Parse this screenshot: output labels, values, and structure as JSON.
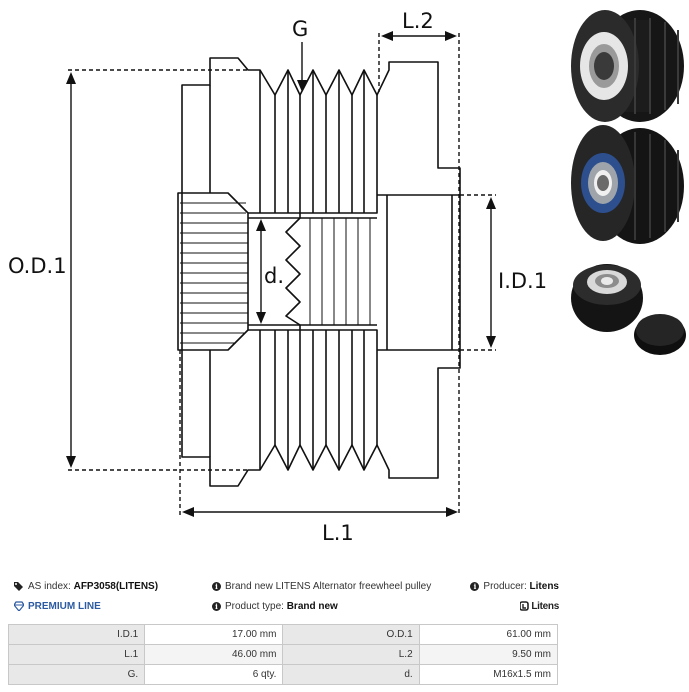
{
  "drawing": {
    "labels": {
      "g": "G",
      "l2": "L.2",
      "od1": "O.D.1",
      "d": "d.",
      "id1": "I.D.1",
      "l1": "L.1"
    }
  },
  "info": {
    "as_index_label": "AS index:",
    "as_index_value": "AFP3058(LITENS)",
    "description": "Brand new LITENS Alternator freewheel pulley",
    "producer_label": "Producer:",
    "producer_value": "Litens",
    "premium_line": "PREMIUM LINE",
    "product_type_label": "Product type:",
    "product_type_value": "Brand new",
    "brand_logo": "Litens"
  },
  "specs": {
    "rows": [
      {
        "label1": "I.D.1",
        "value1": "17.00 mm",
        "label2": "O.D.1",
        "value2": "61.00 mm"
      },
      {
        "label1": "L.1",
        "value1": "46.00 mm",
        "label2": "L.2",
        "value2": "9.50 mm"
      },
      {
        "label1": "G.",
        "value1": "6 qty.",
        "label2": "d.",
        "value2": "M16x1.5 mm"
      }
    ]
  },
  "colors": {
    "premium": "#2c5aa0",
    "table_label_bg": "#e8e8e8",
    "table_border": "#c8c8c8"
  }
}
